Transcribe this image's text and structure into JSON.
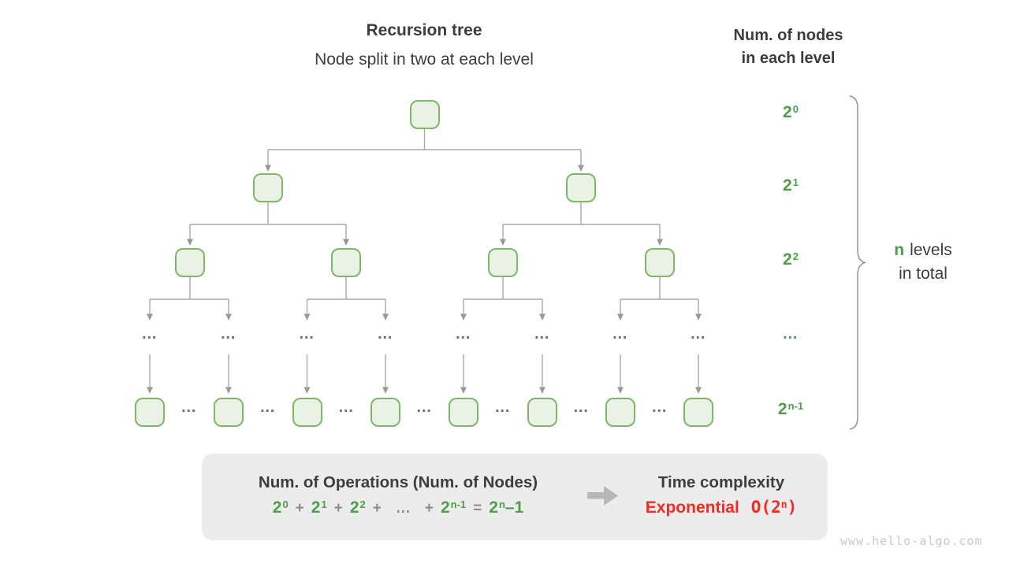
{
  "header": {
    "title": "Recursion tree",
    "subtitle": "Node split in two at each level"
  },
  "levels_header": {
    "line1": "Num. of nodes",
    "line2": "in each level"
  },
  "level_labels": {
    "l1": {
      "base": "2",
      "exp": "0"
    },
    "l2": {
      "base": "2",
      "exp": "1"
    },
    "l3": {
      "base": "2",
      "exp": "2"
    },
    "l5": {
      "base": "2",
      "exp": "n-1"
    }
  },
  "glyphs": {
    "ellipsis": "…"
  },
  "brace_label": {
    "n": "n",
    "levels": "levels",
    "line2": "in total"
  },
  "summary": {
    "operations_heading": "Num. of Operations (Num. of Nodes)",
    "formula": {
      "b1": "2",
      "e1": "0",
      "plus": "+",
      "b2": "2",
      "e2": "1",
      "b3": "2",
      "e3": "2",
      "dots": "…",
      "b4": "2",
      "e4": "n-1",
      "equals": "=",
      "b5": "2",
      "e5": "n",
      "tail": "–1"
    },
    "complexity_heading": "Time complexity",
    "complexity_label": "Exponential",
    "big_o": {
      "open": "O(2",
      "exp": "n",
      "close": ")"
    }
  },
  "tree": {
    "description": "Binary recursion tree: each node splits in two at each level",
    "levels": [
      {
        "label": "2^0",
        "nodes_shown": 1
      },
      {
        "label": "2^1",
        "nodes_shown": 2
      },
      {
        "label": "2^2",
        "nodes_shown": 4
      },
      {
        "label": "…",
        "nodes_shown": "…"
      },
      {
        "label": "2^(n-1)",
        "nodes_shown": 8
      }
    ],
    "total": "n levels in total"
  },
  "watermark": "www.hello-algo.com",
  "colors": {
    "node_fill": "#e9f2e4",
    "node_border": "#7cb868",
    "green_text": "#4c9e4c",
    "red_text": "#ed2d24",
    "connector_gray": "#a9a9a9",
    "box_bg": "#ececec",
    "dark_text": "#3d3d3d",
    "watermark_gray": "#c9c9c9"
  }
}
